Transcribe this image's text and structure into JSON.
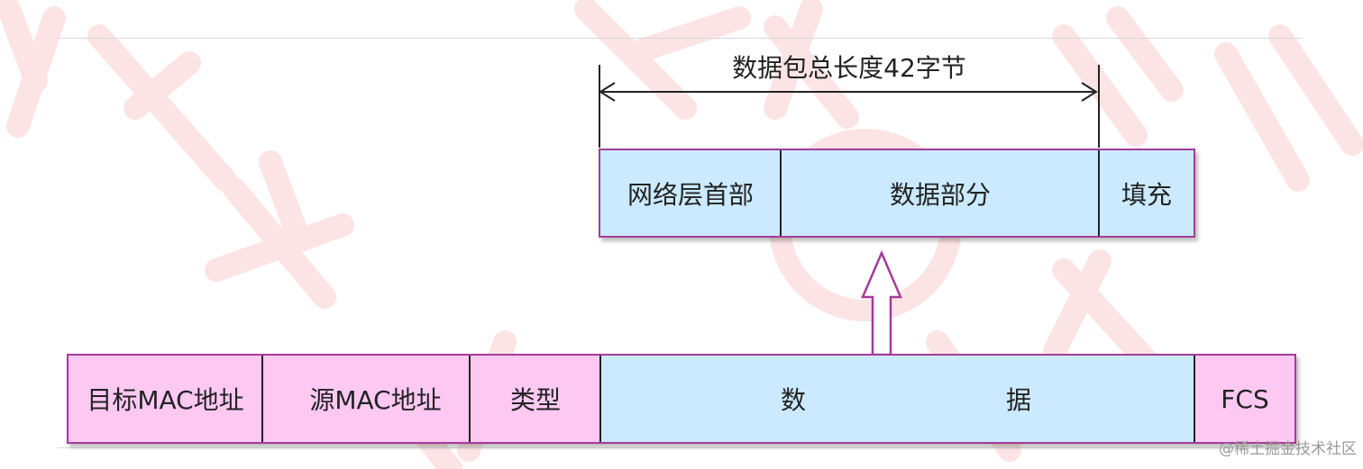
{
  "colors": {
    "pink": "#fdc9f3",
    "blue": "#cbeaff",
    "frame_border": "#a63a9a",
    "divider": "#222222",
    "watermark": "#f5a7a7"
  },
  "top_packet": {
    "length_label": "数据包总长度42字节",
    "fields": [
      {
        "label": "网络层首部"
      },
      {
        "label": "数据部分"
      },
      {
        "label": "填充"
      }
    ]
  },
  "ethernet_frame": {
    "fields": [
      {
        "label": "目标MAC地址"
      },
      {
        "label": "源MAC地址"
      },
      {
        "label": "类型"
      },
      {
        "label_part1": "数",
        "label_part2": "据"
      },
      {
        "label": "FCS"
      }
    ]
  },
  "credit": "@稀土掘金技术社区"
}
